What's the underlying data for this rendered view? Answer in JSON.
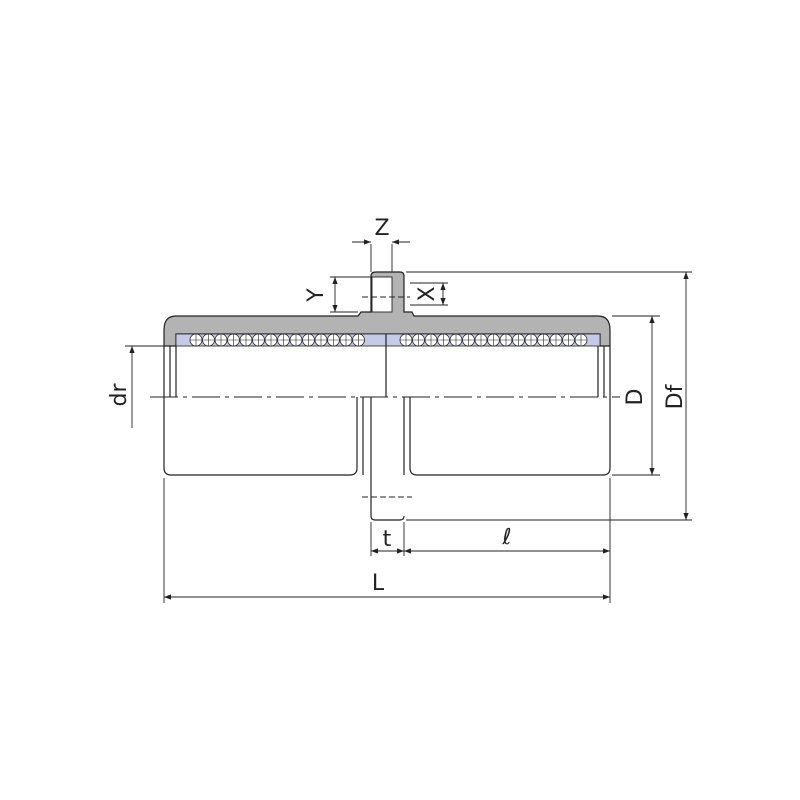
{
  "title": "Flanged linear bushing dimension drawing",
  "labels": {
    "z": "Z",
    "y": "Y",
    "x": "X",
    "dr": "dr",
    "d": "D",
    "df": "Df",
    "t": "t",
    "l_small": "ℓ",
    "l_total": "L"
  },
  "colors": {
    "shell": "#b3b3b3",
    "retainer": "#c5cbe6",
    "line": "#222222"
  }
}
